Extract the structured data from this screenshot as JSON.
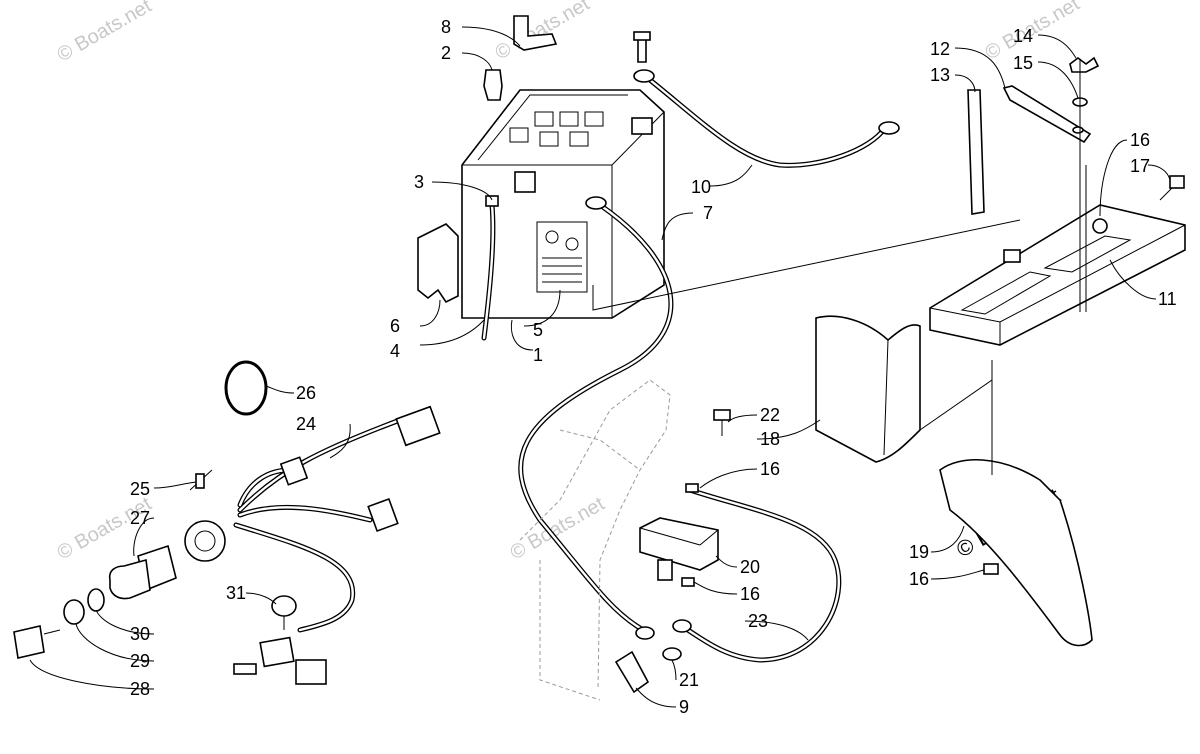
{
  "watermark": {
    "repeated": "© Boats.net",
    "main": "© Boats.net"
  },
  "callouts": [
    {
      "id": "c1",
      "label": "1"
    },
    {
      "id": "c2",
      "label": "2"
    },
    {
      "id": "c3",
      "label": "3"
    },
    {
      "id": "c4",
      "label": "4"
    },
    {
      "id": "c5",
      "label": "5"
    },
    {
      "id": "c6",
      "label": "6"
    },
    {
      "id": "c7",
      "label": "7"
    },
    {
      "id": "c8",
      "label": "8"
    },
    {
      "id": "c9",
      "label": "9"
    },
    {
      "id": "c10",
      "label": "10"
    },
    {
      "id": "c11",
      "label": "11"
    },
    {
      "id": "c12",
      "label": "12"
    },
    {
      "id": "c13",
      "label": "13"
    },
    {
      "id": "c14",
      "label": "14"
    },
    {
      "id": "c15",
      "label": "15"
    },
    {
      "id": "c16a",
      "label": "16"
    },
    {
      "id": "c16b",
      "label": "16"
    },
    {
      "id": "c16c",
      "label": "16"
    },
    {
      "id": "c16d",
      "label": "16"
    },
    {
      "id": "c17",
      "label": "17"
    },
    {
      "id": "c18",
      "label": "18"
    },
    {
      "id": "c19",
      "label": "19"
    },
    {
      "id": "c20",
      "label": "20"
    },
    {
      "id": "c21",
      "label": "21"
    },
    {
      "id": "c22",
      "label": "22"
    },
    {
      "id": "c23",
      "label": "23"
    },
    {
      "id": "c24",
      "label": "24"
    },
    {
      "id": "c25",
      "label": "25"
    },
    {
      "id": "c26",
      "label": "26"
    },
    {
      "id": "c27",
      "label": "27"
    },
    {
      "id": "c28",
      "label": "28"
    },
    {
      "id": "c29",
      "label": "29"
    },
    {
      "id": "c30",
      "label": "30"
    },
    {
      "id": "c31",
      "label": "31"
    }
  ]
}
